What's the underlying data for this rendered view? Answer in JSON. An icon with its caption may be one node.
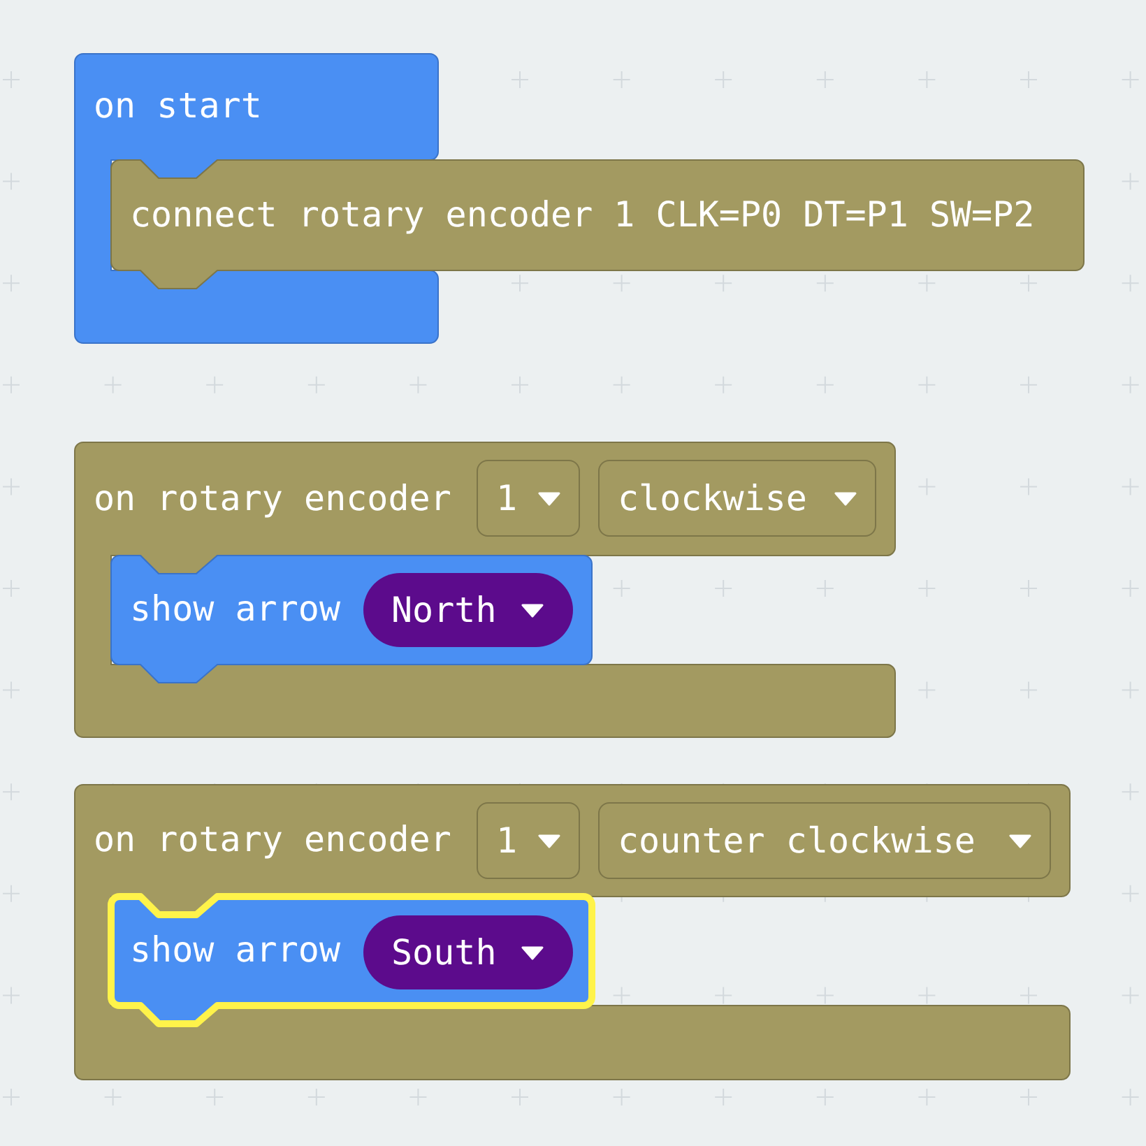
{
  "diagram": {
    "nodes": [
      {
        "text": [
          "on start"
        ]
      },
      {
        "text": [
          "connect rotary encoder 1 CLK=P0 DT=P1 SW=P2"
        ]
      },
      {
        "text": [
          "on rotary encoder"
        ]
      },
      {
        "text": [
          "1"
        ],
        "in": 2
      },
      {
        "text": [
          "clockwise"
        ],
        "in": 2
      },
      {
        "text": [
          "show arrow"
        ],
        "in": 2
      },
      {
        "text": [
          "North"
        ],
        "in": 5
      },
      {
        "text": [
          "on rotary encoder"
        ]
      },
      {
        "text": [
          "1"
        ],
        "in": 7
      },
      {
        "text": [
          "counter clockwise"
        ],
        "in": 7
      },
      {
        "text": [
          "show arrow"
        ],
        "in": 7
      },
      {
        "text": [
          "South"
        ],
        "in": 10
      }
    ]
  }
}
